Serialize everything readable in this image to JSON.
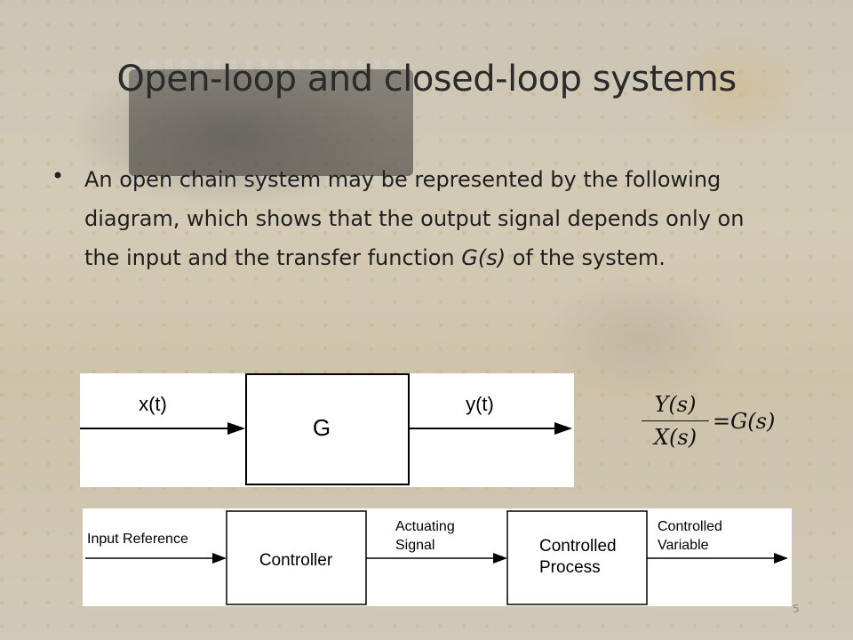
{
  "slide": {
    "title": "Open-loop and closed-loop systems",
    "bullet": {
      "text_before": "An open chain system may be represented by the following diagram, which shows that the output signal depends only on the input and the transfer function ",
      "emphasis": "G(s)",
      "text_after": " of the system."
    },
    "page_number": "5"
  },
  "diagram_open_loop": {
    "input_label": "x(t)",
    "block_label": "G",
    "output_label": "y(t)"
  },
  "formula": {
    "numerator": "Y(s)",
    "denominator": "X(s)",
    "equals": "=",
    "rhs": "G(s)"
  },
  "diagram_controller": {
    "input_label": "Input Reference",
    "controller_label": "Controller",
    "actuating_line1": "Actuating",
    "actuating_line2": "Signal",
    "process_line1": "Controlled",
    "process_line2": "Process",
    "output_line1": "Controlled",
    "output_line2": "Variable"
  }
}
